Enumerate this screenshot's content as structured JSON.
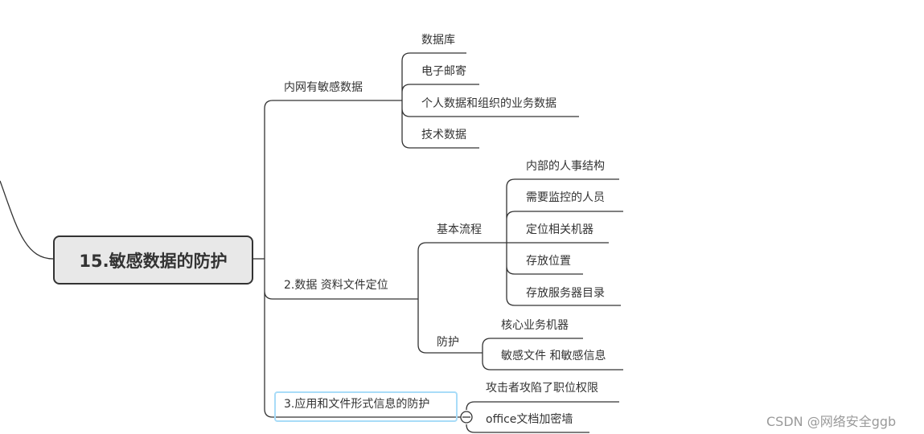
{
  "root": "15.敏感数据的防护",
  "branches": [
    {
      "label": "内网有敏感数据",
      "children": [
        "数据库",
        "电子邮寄",
        "个人数据和组织的业务数据",
        "技术数据"
      ]
    },
    {
      "label": "2.数据 资料文件定位",
      "children": [
        {
          "label": "基本流程",
          "children": [
            "内部的人事结构",
            "需要监控的人员",
            "定位相关机器",
            "存放位置",
            "存放服务器目录"
          ]
        },
        {
          "label": "防护",
          "children": [
            "核心业务机器",
            "敏感文件 和敏感信息"
          ]
        }
      ]
    },
    {
      "label": "3.应用和文件形式信息的防护",
      "children": [
        "攻击者攻陷了职位权限",
        "office文档加密墙"
      ]
    }
  ],
  "watermark": "CSDN @网络安全ggb",
  "colors": {
    "line": "#333333",
    "root_fill": "#e8e8e8",
    "selection": "#a8dcf8"
  }
}
